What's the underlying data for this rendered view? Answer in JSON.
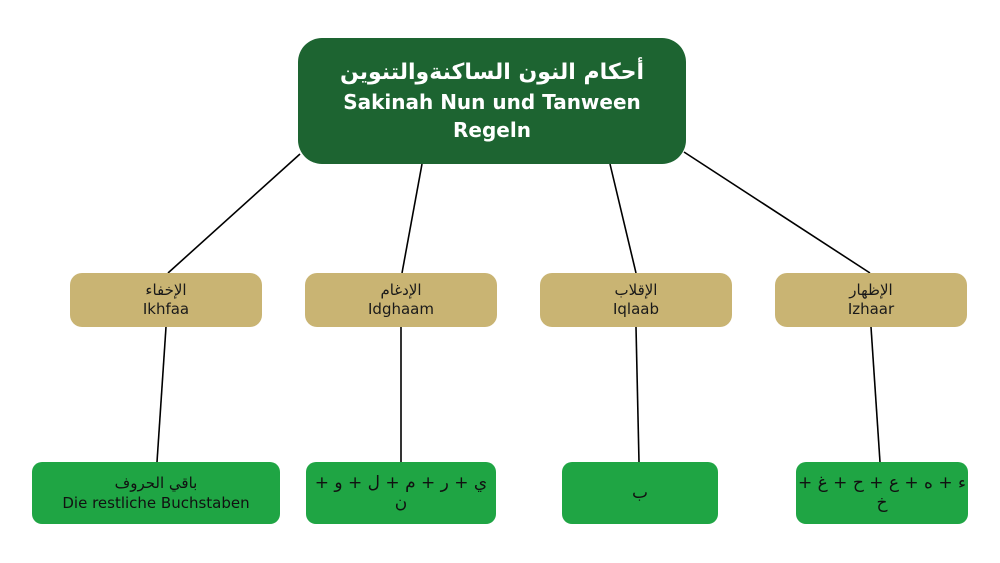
{
  "root": {
    "arabic": "أحكام النون الساكنةوالتنوين",
    "german_line1": "Sakinah Nun und Tanween",
    "german_line2": "Regeln"
  },
  "categories": [
    {
      "arabic": "الإخفاء",
      "latin": "Ikhfaa",
      "letters": "باقي الحروف",
      "letters_de": "Die restliche Buchstaben"
    },
    {
      "arabic": "الإدغام",
      "latin": "Idghaam",
      "letters": "ي + ر + م + ل + و + ن"
    },
    {
      "arabic": "الإقلاب",
      "latin": "Iqlaab",
      "letters": "ب"
    },
    {
      "arabic": "الإظهار",
      "latin": "Izhaar",
      "letters": "ء + ه + ع + ح + غ + خ"
    }
  ],
  "colors": {
    "root_box": "#1d6431",
    "category_box": "#c9b473",
    "leaf_box": "#1fa544",
    "connector": "#000000"
  }
}
